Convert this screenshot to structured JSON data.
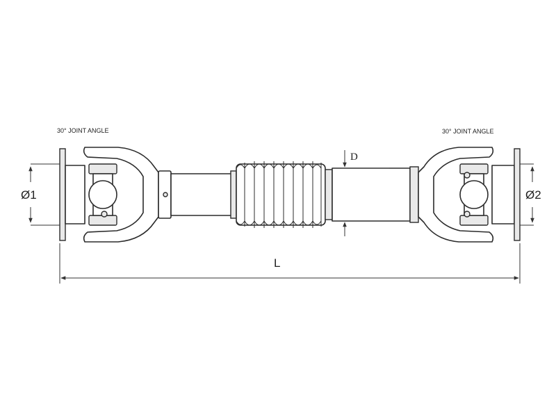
{
  "labels": {
    "joint_angle_left": "30° JOINT ANGLE",
    "joint_angle_right": "30° JOINT ANGLE",
    "diameter_left": "Ø1",
    "diameter_right": "Ø2",
    "length": "L",
    "diameter_tube": "D"
  },
  "colors": {
    "line": "#2b2b2b",
    "shade": "#e9e9e9",
    "background": "#ffffff"
  }
}
